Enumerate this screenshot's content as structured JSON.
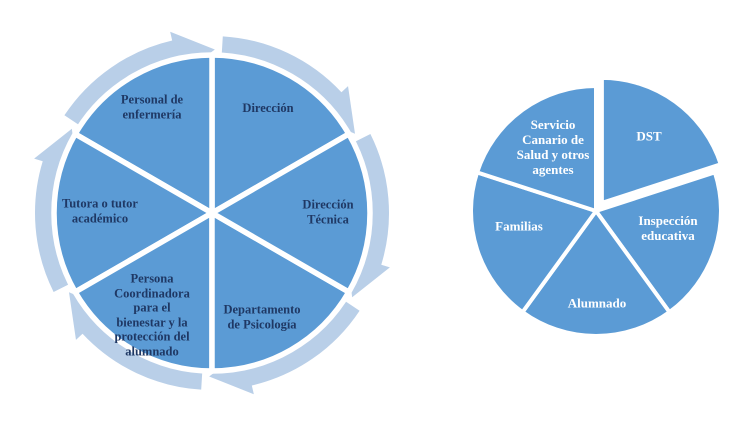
{
  "colors": {
    "wedge_blue": "#5b9bd5",
    "ring_light_blue": "#b9cfe8",
    "left_text": "#1f3864",
    "right_text": "#ffffff",
    "gap_white": "#ffffff",
    "background": "#ffffff"
  },
  "left_diagram": {
    "type": "segmented-cycle",
    "flow": "clockwise",
    "segments": [
      {
        "id": "direccion",
        "label": "Dirección"
      },
      {
        "id": "personal-enfermeria",
        "label": "Personal de\nenfermería"
      },
      {
        "id": "tutora-tutor-academico",
        "label": "Tutora o tutor\nacadémico"
      },
      {
        "id": "coordinadora-bienestar",
        "label": "Persona\nCoordinadora\npara el\nbienestar y la\nprotección del\nalumnado"
      },
      {
        "id": "departamento-psicologia",
        "label": "Departamento\nde Psicología"
      },
      {
        "id": "direccion-tecnica",
        "label": "Dirección\nTécnica"
      }
    ]
  },
  "right_diagram": {
    "type": "pie",
    "slice_angle_deg": 72,
    "slices": [
      {
        "id": "dst",
        "label": "DST",
        "exploded": true
      },
      {
        "id": "inspeccion-educativa",
        "label": "Inspección\neducativa",
        "exploded": false
      },
      {
        "id": "alumnado",
        "label": "Alumnado",
        "exploded": false
      },
      {
        "id": "familias",
        "label": "Familias",
        "exploded": false
      },
      {
        "id": "servicio-canario-salud",
        "label": "Servicio\nCanario de\nSalud y otros\nagentes",
        "exploded": false
      }
    ]
  }
}
